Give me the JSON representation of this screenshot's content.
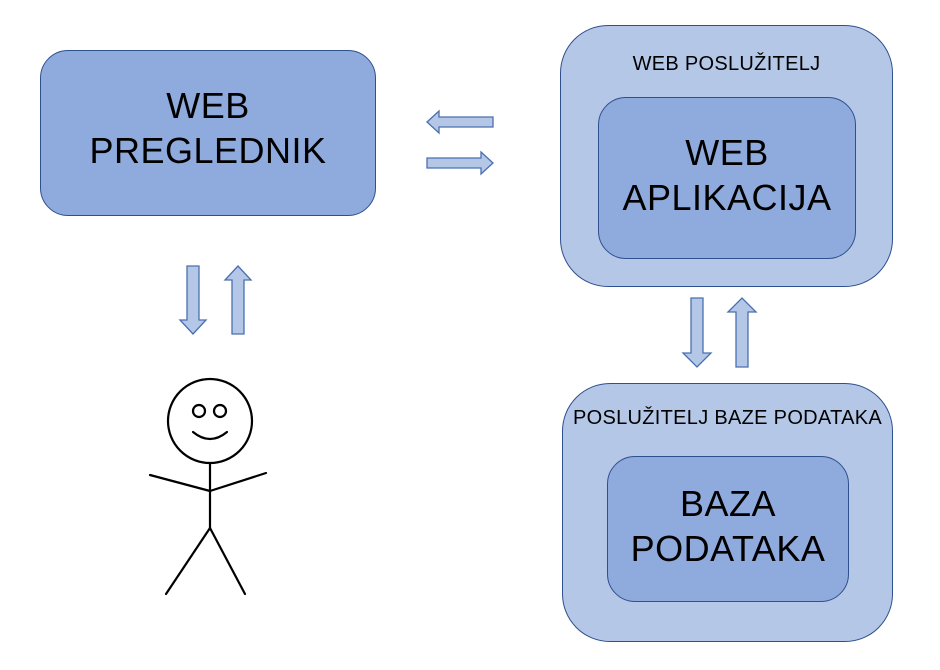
{
  "web_browser": {
    "line1": "WEB",
    "line2": "PREGLEDNIK"
  },
  "web_server": {
    "label": "WEB POSLUŽITELJ",
    "app": {
      "line1": "WEB",
      "line2": "APLIKACIJA"
    }
  },
  "db_server": {
    "label": "POSLUŽITELJ BAZE PODATAKA",
    "database": {
      "line1": "BAZA",
      "line2": "PODATAKA"
    }
  },
  "colors": {
    "inner_box_fill": "#8faadc",
    "outer_box_fill": "#b4c7e7",
    "box_border": "#2f4f8f",
    "arrow_fill": "#b4c7e7",
    "arrow_stroke": "#4a6fb0"
  },
  "icons": {
    "user": "stick-figure-icon"
  }
}
